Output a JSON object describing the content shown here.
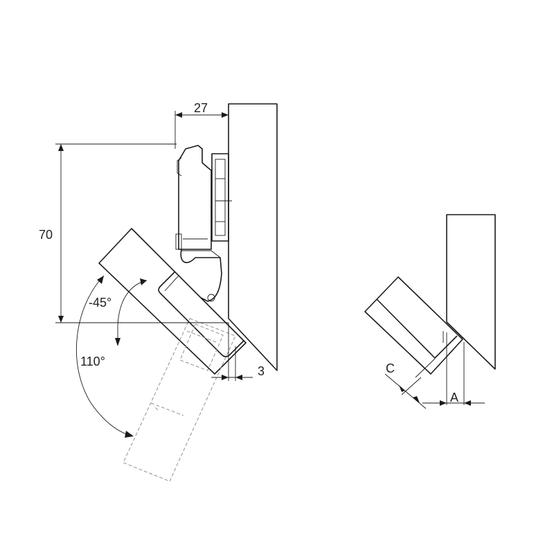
{
  "diagram": {
    "dimensions": {
      "width_27": "27",
      "height_70": "70",
      "gap_3": "3",
      "angle_neg45": "-45°",
      "angle_110": "110°",
      "label_c": "C",
      "label_a": "A"
    },
    "colors": {
      "stroke": "#1a1a1a",
      "ghost": "#9a9a9a",
      "background": "#ffffff"
    }
  }
}
